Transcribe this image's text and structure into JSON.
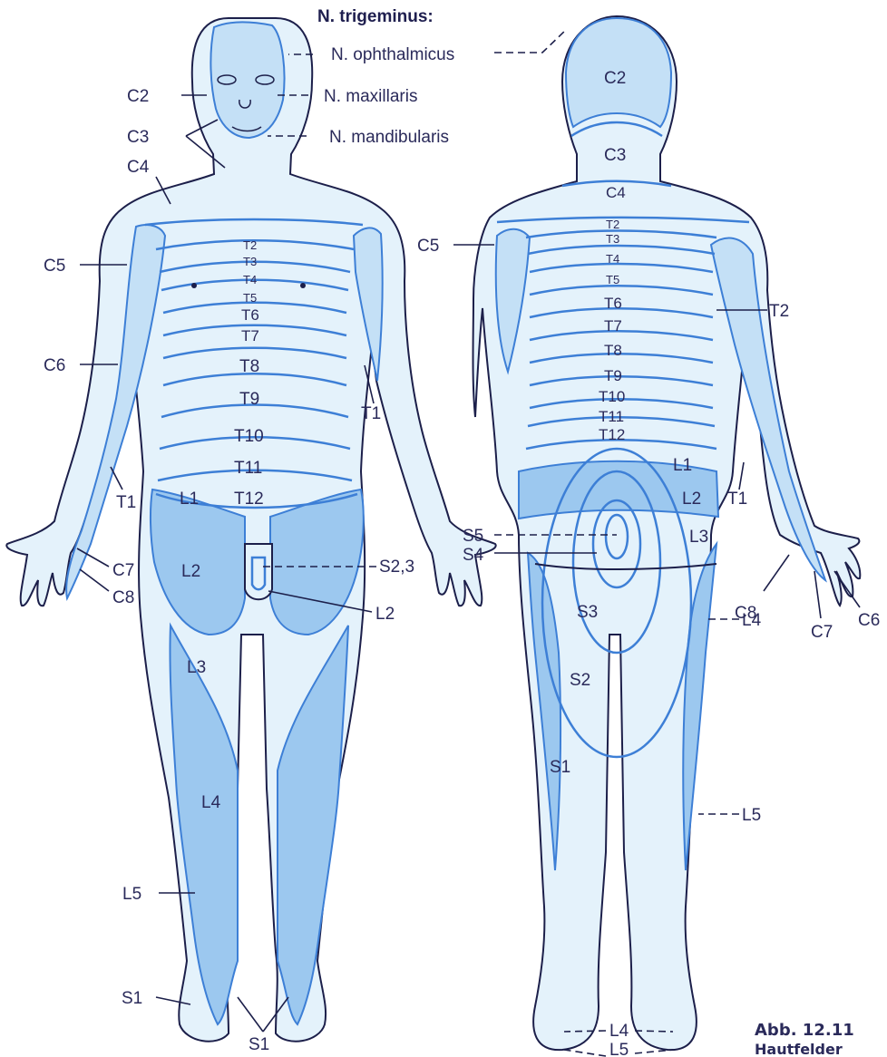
{
  "heading": {
    "nerve_title": "N. trigeminus:",
    "ophthalmicus": "N. ophthalmicus",
    "maxillaris": "N. maxillaris",
    "mandibularis": "N. mandibularis"
  },
  "front_labels": {
    "c2": "C2",
    "c3": "C3",
    "c4": "C4",
    "c5": "C5",
    "c6": "C6",
    "t1_arm": "T1",
    "t1_hand": "T1",
    "c7": "C7",
    "c8": "C8",
    "t2": "T2",
    "t3": "T3",
    "t4": "T4",
    "t5": "T5",
    "t6": "T6",
    "t7": "T7",
    "t8": "T8",
    "t9": "T9",
    "t10": "T10",
    "t11": "T11",
    "t12": "T12",
    "l1": "L1",
    "l2_thigh": "L2",
    "l2_genital": "L2",
    "s23": "S2,3",
    "l3": "L3",
    "l4": "L4",
    "l5": "L5",
    "s1_side": "S1",
    "s1_foot": "S1"
  },
  "back_labels": {
    "c2": "C2",
    "c3": "C3",
    "c4": "C4",
    "c5": "C5",
    "t2_arm": "T2",
    "t2": "T2",
    "t3": "T3",
    "t4": "T4",
    "t5": "T5",
    "t6": "T6",
    "t7": "T7",
    "t8": "T8",
    "t9": "T9",
    "t10": "T10",
    "t11": "T11",
    "t12": "T12",
    "l1": "L1",
    "l2": "L2",
    "l3": "L3",
    "t1": "T1",
    "s5": "S5",
    "s4": "S4",
    "s3": "S3",
    "s2": "S2",
    "s1": "S1",
    "l4_leg": "L4",
    "l5_leg": "L5",
    "c8": "C8",
    "c7": "C7",
    "c6": "C6",
    "l4_foot": "L4",
    "l5_foot": "L5"
  },
  "caption": {
    "figure": "Abb. 12.11",
    "text": "Hautfelder"
  },
  "colors": {
    "skin": "#e4f2fb",
    "zone_dark": "#9cc8ef",
    "band_line": "#3d7fd6",
    "outline": "#1c1f4a"
  }
}
